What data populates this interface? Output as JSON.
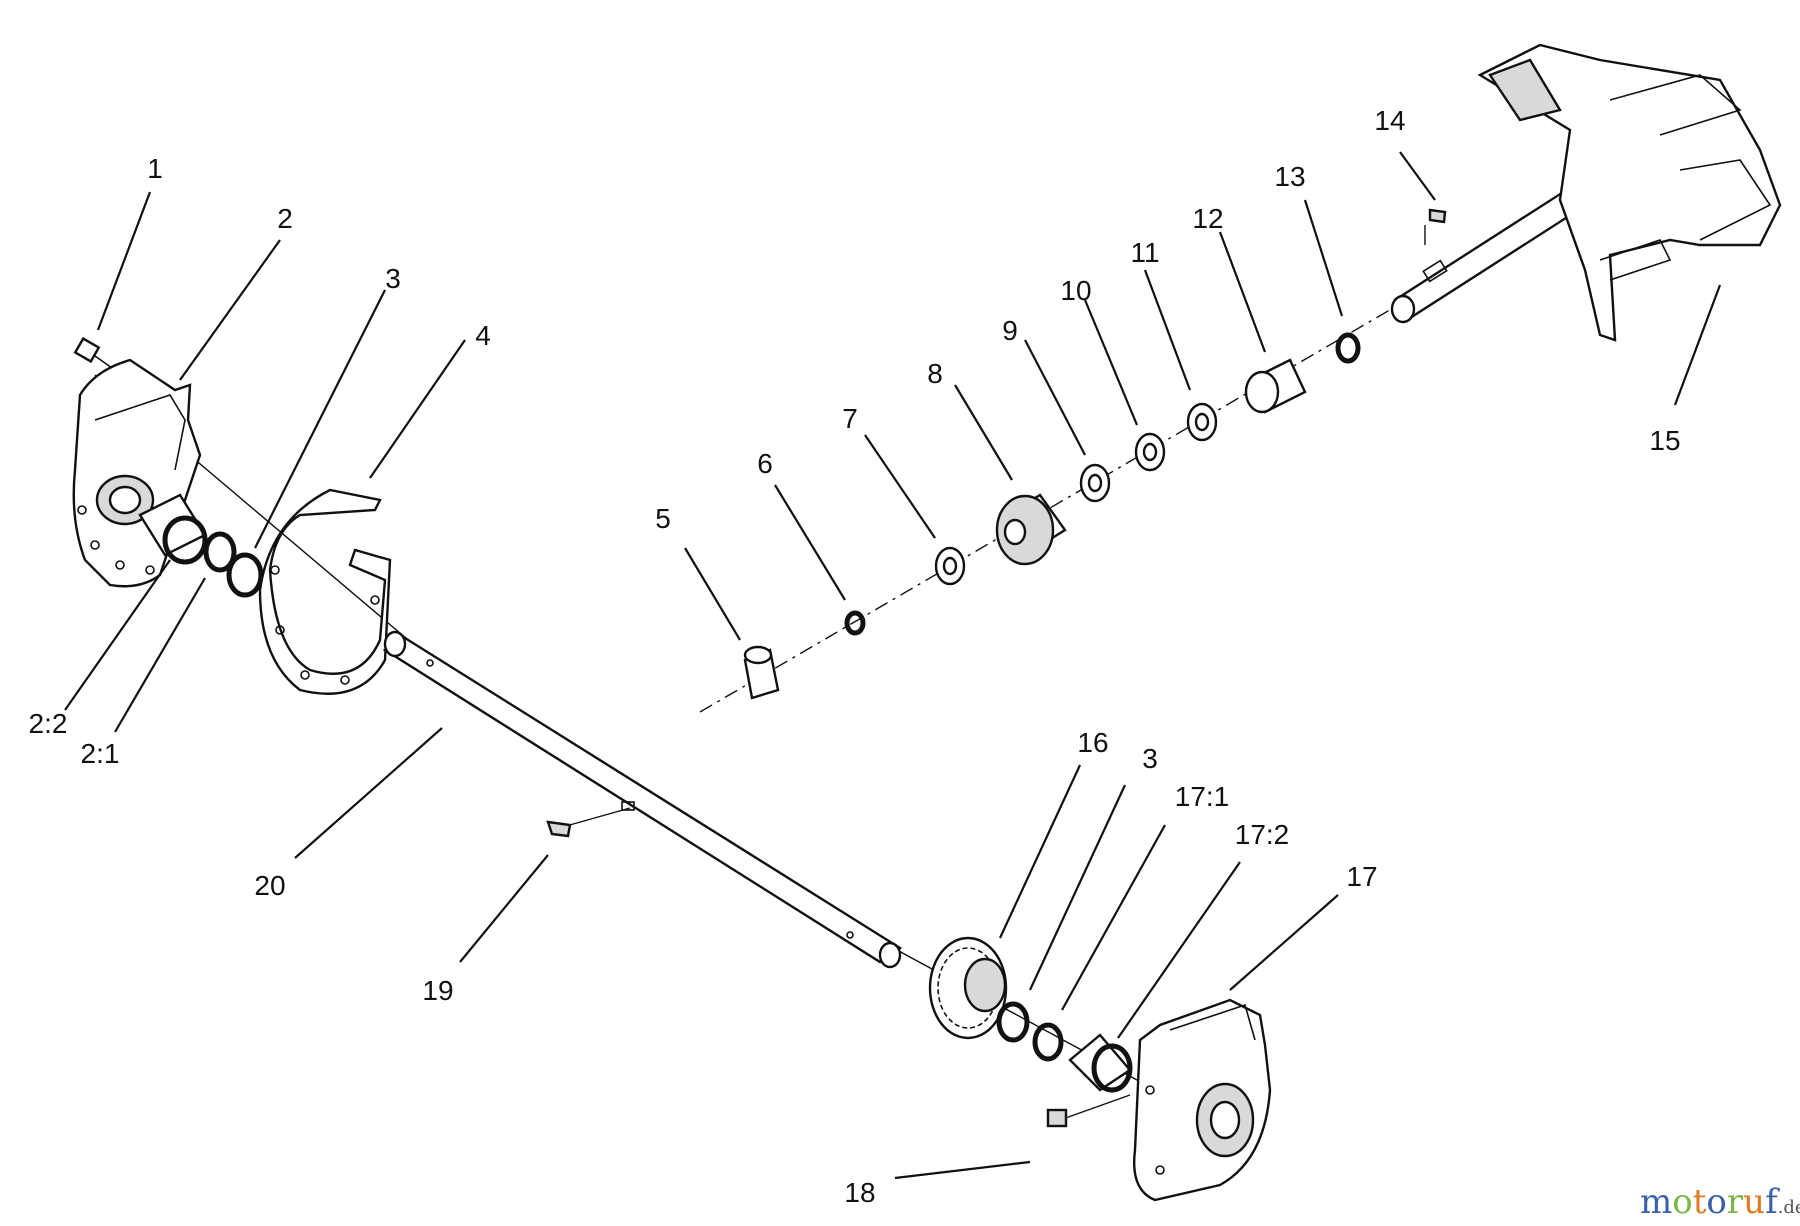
{
  "callouts": {
    "c1": "1",
    "c2": "2",
    "c3a": "3",
    "c4": "4",
    "c5": "5",
    "c6": "6",
    "c7": "7",
    "c8": "8",
    "c9": "9",
    "c10": "10",
    "c11": "11",
    "c12": "12",
    "c13": "13",
    "c14": "14",
    "c15": "15",
    "c16": "16",
    "c3b": "3",
    "c17_1": "17:1",
    "c17_2": "17:2",
    "c17": "17",
    "c18": "18",
    "c19": "19",
    "c20": "20",
    "c2_2": "2:2",
    "c2_1": "2:1"
  },
  "watermark": {
    "logo_text": "motoruf",
    "logo_suffix": ".de",
    "colors": [
      "#3b5fa8",
      "#7ab648",
      "#e07b23",
      "#3b5fa8",
      "#7ab648",
      "#e07b23",
      "#3b5fa8"
    ]
  }
}
